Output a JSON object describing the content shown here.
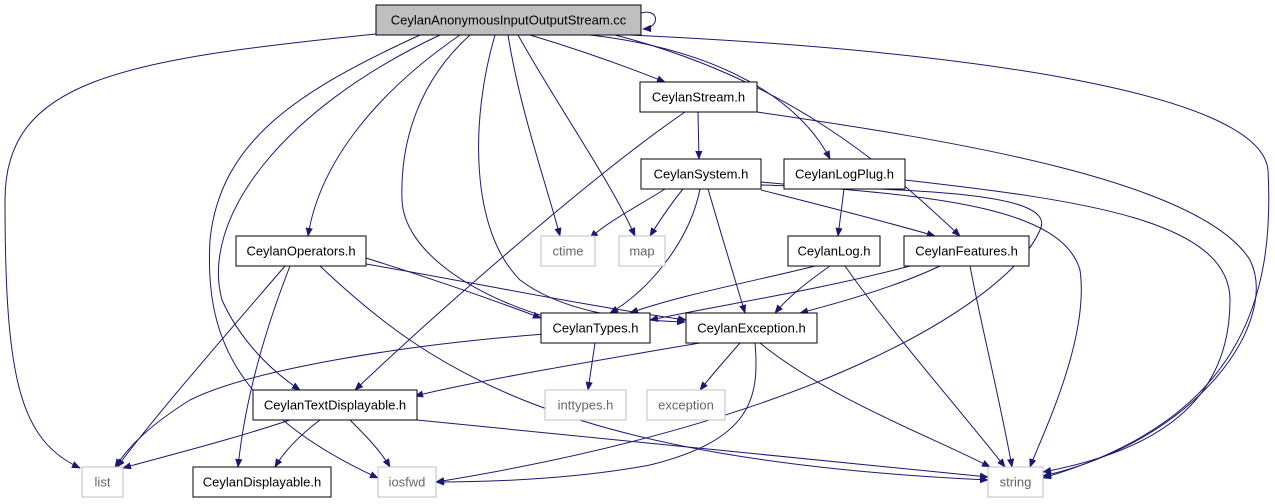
{
  "diagram": {
    "nodes": [
      {
        "id": "root",
        "label": "CeylanAnonymousInputOutputStream.cc",
        "kind": "root"
      },
      {
        "id": "stream",
        "label": "CeylanStream.h",
        "kind": "header"
      },
      {
        "id": "system",
        "label": "CeylanSystem.h",
        "kind": "header"
      },
      {
        "id": "logplug",
        "label": "CeylanLogPlug.h",
        "kind": "header"
      },
      {
        "id": "operators",
        "label": "CeylanOperators.h",
        "kind": "header"
      },
      {
        "id": "ctime",
        "label": "ctime",
        "kind": "external"
      },
      {
        "id": "map",
        "label": "map",
        "kind": "external"
      },
      {
        "id": "log",
        "label": "CeylanLog.h",
        "kind": "header"
      },
      {
        "id": "features",
        "label": "CeylanFeatures.h",
        "kind": "header"
      },
      {
        "id": "types",
        "label": "CeylanTypes.h",
        "kind": "header"
      },
      {
        "id": "exception_h",
        "label": "CeylanException.h",
        "kind": "header"
      },
      {
        "id": "textdisp",
        "label": "CeylanTextDisplayable.h",
        "kind": "header"
      },
      {
        "id": "inttypes",
        "label": "inttypes.h",
        "kind": "external"
      },
      {
        "id": "exception",
        "label": "exception",
        "kind": "external"
      },
      {
        "id": "list",
        "label": "list",
        "kind": "external"
      },
      {
        "id": "displayable",
        "label": "CeylanDisplayable.h",
        "kind": "header"
      },
      {
        "id": "iosfwd",
        "label": "iosfwd",
        "kind": "external"
      },
      {
        "id": "string",
        "label": "string",
        "kind": "external"
      }
    ],
    "edges": [
      [
        "root",
        "root"
      ],
      [
        "root",
        "list"
      ],
      [
        "root",
        "iosfwd"
      ],
      [
        "root",
        "textdisp"
      ],
      [
        "root",
        "operators"
      ],
      [
        "root",
        "types"
      ],
      [
        "root",
        "exception_h"
      ],
      [
        "root",
        "ctime"
      ],
      [
        "root",
        "map"
      ],
      [
        "root",
        "stream"
      ],
      [
        "root",
        "logplug"
      ],
      [
        "root",
        "features"
      ],
      [
        "root",
        "string"
      ],
      [
        "stream",
        "system"
      ],
      [
        "stream",
        "textdisp"
      ],
      [
        "stream",
        "string"
      ],
      [
        "system",
        "ctime"
      ],
      [
        "system",
        "map"
      ],
      [
        "system",
        "types"
      ],
      [
        "system",
        "exception_h"
      ],
      [
        "system",
        "features"
      ],
      [
        "system",
        "iosfwd"
      ],
      [
        "system",
        "string"
      ],
      [
        "logplug",
        "log"
      ],
      [
        "logplug",
        "string"
      ],
      [
        "log",
        "types"
      ],
      [
        "log",
        "exception_h"
      ],
      [
        "log",
        "string"
      ],
      [
        "features",
        "types"
      ],
      [
        "features",
        "exception_h"
      ],
      [
        "features",
        "string"
      ],
      [
        "operators",
        "types"
      ],
      [
        "operators",
        "exception_h"
      ],
      [
        "operators",
        "list"
      ],
      [
        "operators",
        "displayable"
      ],
      [
        "operators",
        "string"
      ],
      [
        "types",
        "inttypes"
      ],
      [
        "types",
        "list"
      ],
      [
        "exception_h",
        "textdisp"
      ],
      [
        "exception_h",
        "exception"
      ],
      [
        "exception_h",
        "iosfwd"
      ],
      [
        "exception_h",
        "string"
      ],
      [
        "textdisp",
        "list"
      ],
      [
        "textdisp",
        "displayable"
      ],
      [
        "textdisp",
        "iosfwd"
      ],
      [
        "textdisp",
        "string"
      ]
    ],
    "colors": {
      "edge": "#191970",
      "root_fill": "#bfbfbf",
      "header_border": "#000000",
      "external_border": "#bfbfbf",
      "external_text": "#666666",
      "header_text": "#000000"
    }
  }
}
